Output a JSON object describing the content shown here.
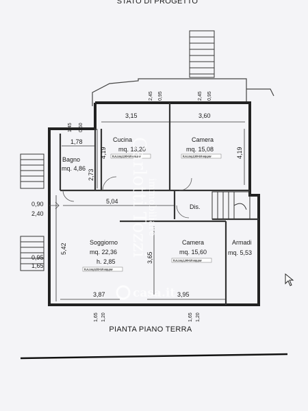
{
  "header": {
    "title": "STATO DI PROGETTO"
  },
  "footer": {
    "caption": "PIANTA PIANO TERRA"
  },
  "rooms": [
    {
      "name": "Cucina",
      "area": "mq. 13,20"
    },
    {
      "name": "Camera",
      "area": "mq. 15,08"
    },
    {
      "name": "Bagno",
      "area": "mq. 4,86"
    },
    {
      "name": "Dis.",
      "area": ""
    },
    {
      "name": "Soggiorno",
      "area": "mq. 22,36",
      "height": "h. 2,85"
    },
    {
      "name": "Camera",
      "area": "mq. 15,60"
    },
    {
      "name": "Armadi",
      "area": "mq. 5,53"
    }
  ],
  "dimensions": [
    "3,15",
    "3,60",
    "1,78",
    "5,04",
    "3,87",
    "3,95",
    "4,19",
    "4,19",
    "2,73",
    "5,42",
    "3,65"
  ],
  "openings": [
    {
      "w": "0,95",
      "h": "2,45"
    },
    {
      "w": "0,95",
      "h": "2,45"
    },
    {
      "w": "0,50",
      "h": "1,45"
    },
    {
      "w": "0,90",
      "h": "2,40"
    },
    {
      "w": "0,95",
      "h": "1,65"
    },
    {
      "w": "1,20",
      "h": "1,65"
    },
    {
      "w": "1,20",
      "h": "1,65"
    }
  ],
  "notes": {
    "cucina": "R.A.I.mq.2,30>1/8 sup.pav",
    "camera1": "R.A.I.mq.2,30>1/8 sup.pav",
    "soggiorno": "R.A.I.mq.3,52>1/8 sup.pav",
    "camera2": "R.A.I.mq.1,98>1/8 sup.pav"
  },
  "watermark": {
    "brand": "Carlotti Tozzi",
    "sub": "immobiliare",
    "site": "casa.it"
  }
}
